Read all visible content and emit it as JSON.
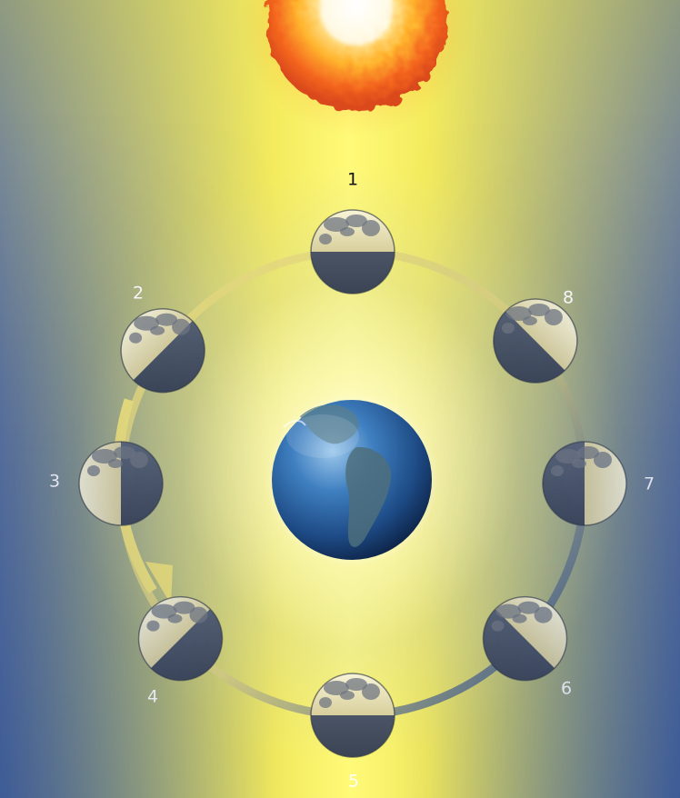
{
  "phases": [
    {
      "id": 1,
      "label": "1"
    },
    {
      "id": 2,
      "label": "2"
    },
    {
      "id": 3,
      "label": "3"
    },
    {
      "id": 4,
      "label": "4"
    },
    {
      "id": 5,
      "label": "5"
    },
    {
      "id": 6,
      "label": "6"
    },
    {
      "id": 7,
      "label": "7"
    },
    {
      "id": 8,
      "label": "8"
    }
  ],
  "colors": {
    "orbit_lit": "#e6d878",
    "orbit_dark": "#3e5a92",
    "moon_lit": "#f4efcc",
    "moon_dark": "#4a5566",
    "sun_core": "#fff6c8",
    "sun_edge": "#e8481c"
  },
  "icons": [
    "sun-icon",
    "earth-icon",
    "moon-icon",
    "orbit-direction-arrow-icon"
  ]
}
